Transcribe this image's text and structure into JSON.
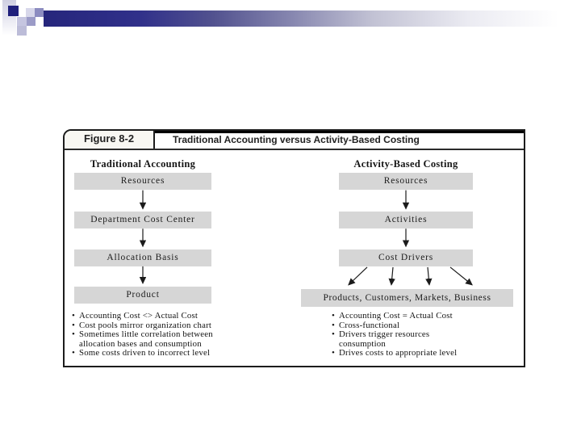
{
  "slide": {
    "background_color": "#ffffff",
    "decoration": {
      "accent_navy": "#20207c",
      "bar_gradient_left": "#26267c",
      "bar_gradient_right": "#ffffff",
      "square_colors": [
        "#20207c",
        "#d7d7ea",
        "#8c8cc0",
        "#c5c5e0",
        "#9b9bc7",
        "#bcbcd8"
      ]
    }
  },
  "figure": {
    "label": "Figure 8-2",
    "title": "Traditional Accounting versus Activity-Based Costing",
    "colors": {
      "box_fill": "#d6d6d6",
      "border": "#1c1c1c",
      "text": "#1b1b1b"
    },
    "columns": [
      {
        "heading": "Traditional Accounting",
        "boxes": [
          "Resources",
          "Department Cost Center",
          "Allocation Basis",
          "Product"
        ],
        "bullets": [
          "Accounting Cost <> Actual Cost",
          "Cost pools mirror organization chart",
          "Sometimes little correlation between\nallocation bases and consumption",
          "Some costs driven to incorrect level"
        ]
      },
      {
        "heading": "Activity-Based Costing",
        "boxes": [
          "Resources",
          "Activities",
          "Cost Drivers",
          "Products, Customers, Markets, Business"
        ],
        "bullets": [
          "Accounting Cost = Actual Cost",
          "Cross-functional",
          "Drivers trigger resources\nconsumption",
          "Drives costs to appropriate level"
        ]
      }
    ]
  }
}
